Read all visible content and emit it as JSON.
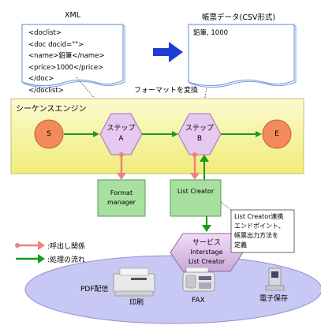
{
  "xml_panel": {
    "title": "XML",
    "lines": [
      "<doclist>",
      "<doc docid=\"\">",
      "<name>鉛筆</name>",
      "<price>1000</price>",
      "</doc>",
      "</doclist>"
    ]
  },
  "csv_panel": {
    "title": "帳票データ(CSV形式)",
    "content": "鉛筆, 1000"
  },
  "convert_label": "フォーマットを変換",
  "sequence": {
    "title": "シーケンスエンジン",
    "start": "S",
    "end": "E",
    "step_a": [
      "ステップ",
      "A"
    ],
    "step_b": [
      "ステップ",
      "B"
    ]
  },
  "boxes": {
    "format_manager": [
      "Format",
      "manager"
    ],
    "list_creator": "List Creator"
  },
  "callout": [
    "List Creator連携",
    "エンドポイント、",
    "帳票出力方法を",
    "定義"
  ],
  "service": [
    "サービス",
    "Interstage",
    "List Creator"
  ],
  "legend": {
    "call": ":呼出し関係",
    "flow": ":処理の流れ"
  },
  "outputs": {
    "pdf": "PDF配信",
    "print": "印刷",
    "fax": "FAX",
    "archive": "電子保存"
  },
  "colors": {
    "call_arrow": "#f08080",
    "flow_arrow": "#1a9a1a",
    "convert_arrow": "#1f3fd0",
    "engine_band": "#f5f29a",
    "step_hex": "#e6c8f0",
    "node_circle": "#f28a5a",
    "component_box": "#a8e0a0",
    "output_ellipse": "#c8c8f5"
  }
}
